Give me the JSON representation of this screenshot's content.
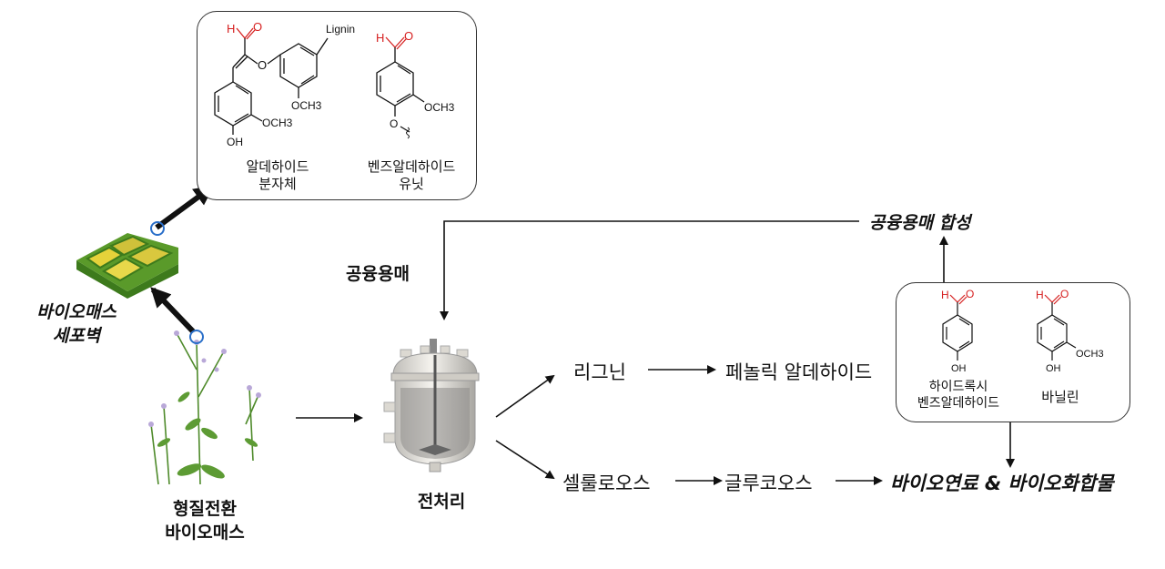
{
  "structures_top": {
    "aldehyde_monomer": {
      "label_line1": "알데하이드",
      "label_line2": "분자체",
      "atom_H": "H",
      "atom_O": "O",
      "lignin": "Lignin",
      "methoxy1": "OCH3",
      "methoxy2": "OCH3",
      "hydroxy": "OH",
      "ether_O": "O"
    },
    "benzaldehyde_unit": {
      "label_line1": "벤즈알데하이드",
      "label_line2": "유닛",
      "atom_H": "H",
      "atom_O": "O",
      "methoxy": "OCH3",
      "ether_O": "O"
    }
  },
  "biomass": {
    "cell_wall_line1": "바이오매스",
    "cell_wall_line2": "세포벽",
    "transgenic_line1": "형질전환",
    "transgenic_line2": "바이오매스"
  },
  "process": {
    "deep_eutectic_solvent": "공융용매",
    "pretreatment": "전처리",
    "des_synthesis": "공융용매 합성",
    "lignin": "리그닌",
    "phenolic_aldehyde": "페놀릭 알데하이드",
    "cellulose": "셀룰로오스",
    "glucose": "글루코오스",
    "products": "바이오연료 & 바이오화합물"
  },
  "structures_right": {
    "hydroxybenzaldehyde": {
      "label_line1": "하이드록시",
      "label_line2": "벤즈알데하이드",
      "atom_H": "H",
      "atom_O": "O",
      "hydroxy": "OH"
    },
    "vanillin": {
      "label": "바닐린",
      "atom_H": "H",
      "atom_O": "O",
      "hydroxy": "OH",
      "methoxy": "OCH3"
    }
  },
  "colors": {
    "aldehyde_red": "#d62020",
    "arrow": "#111111",
    "cell_green": "#5a9a2a",
    "cell_yellow": "#e5d23a",
    "marker_blue": "#2a6fc9"
  }
}
